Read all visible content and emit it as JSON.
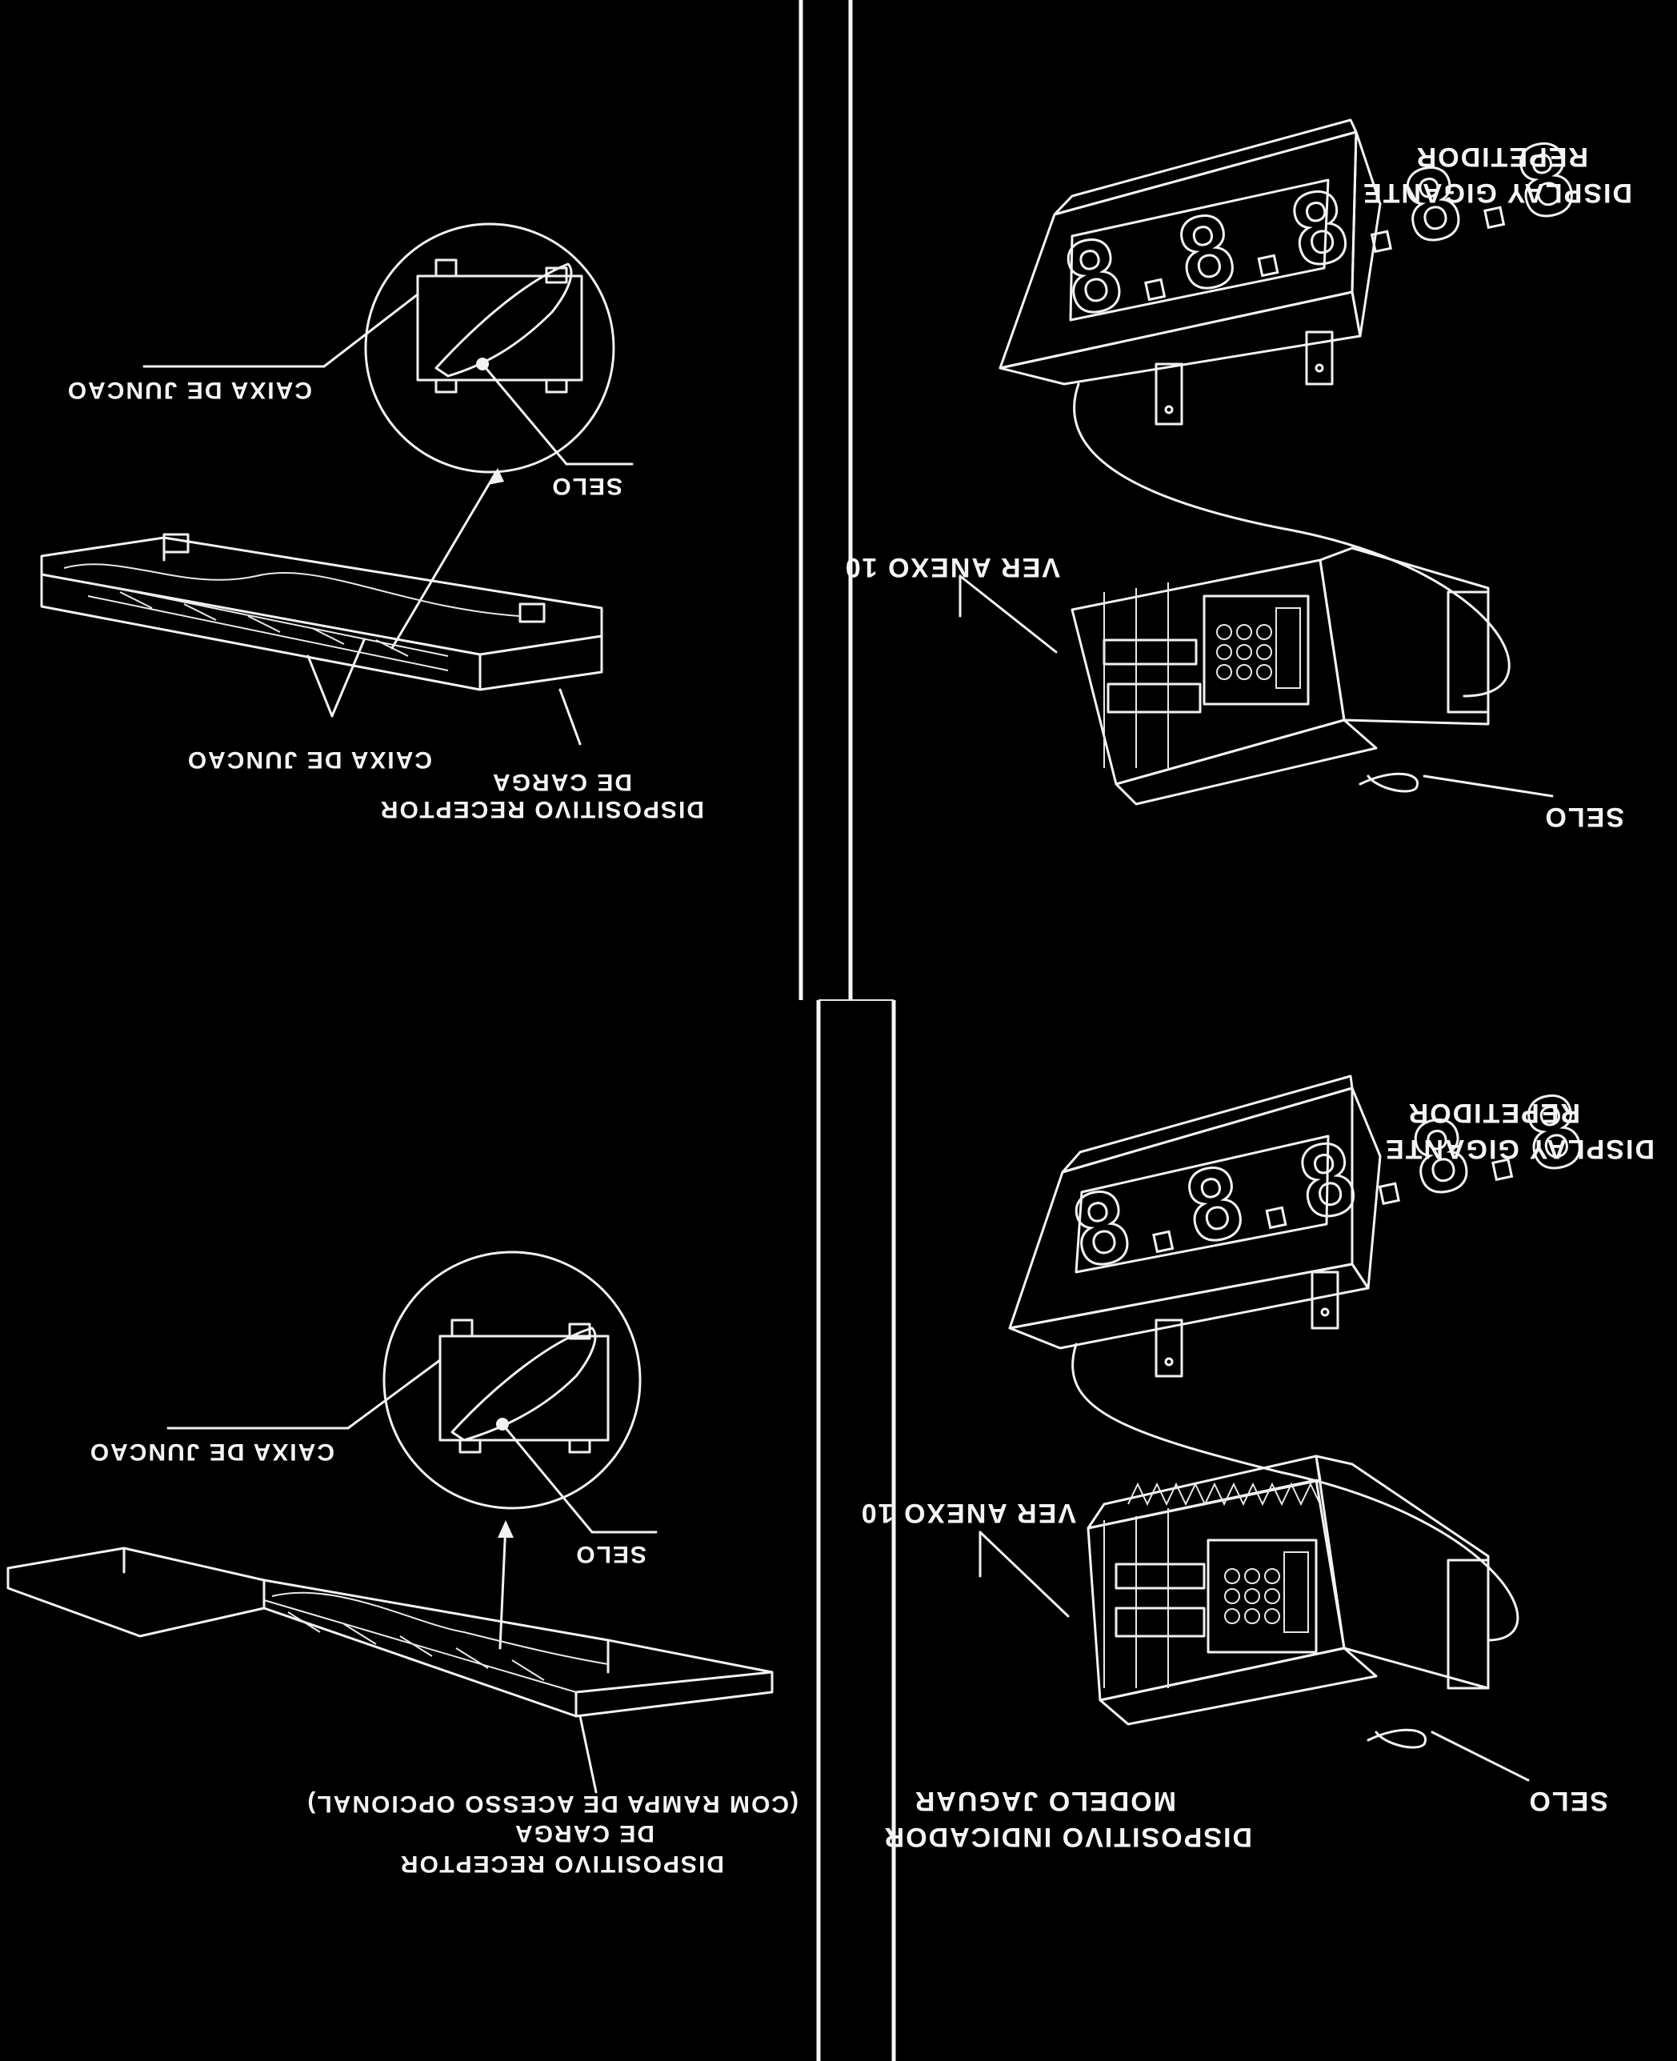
{
  "labels": {
    "q1_caixa_juncao_upper": "CAIXA DE JUNCAO",
    "q1_selo": "SELO",
    "q1_caixa_juncao_lower": "CAIXA DE JUNCAO",
    "q1_dispositivo_receptor_line1": "DISPOSITIVO RECEPTOR",
    "q1_dispositivo_receptor_line2": "DE CARGA",
    "q2_display_line1": "DISPLAY GIGANTE",
    "q2_display_line2": "REPETIDOR",
    "q2_ver_anexo": "VER ANEXO 10",
    "q2_selo": "SELO",
    "q3_caixa_juncao": "CAIXA DE JUNCAO",
    "q3_selo": "SELO",
    "q3_dispositivo_receptor_line1": "DISPOSITIVO RECEPTOR",
    "q3_dispositivo_receptor_line2": "DE CARGA",
    "q3_dispositivo_receptor_line3": "(COM RAMPA DE ACESSO OPCIONAL)",
    "q4_display_line1": "DISPLAY GIGANTE",
    "q4_display_line2": "REPETIDOR",
    "q4_ver_anexo": "VER ANEXO 10",
    "q4_selo": "SELO",
    "q4_dispositivo_indicador_line1": "DISPOSITIVO INDICADOR",
    "q4_dispositivo_indicador_line2": "MODELO JAGUAR"
  },
  "display_digits": {
    "upper": "8.8.8.8.8",
    "lower": "8.8.8.8.8"
  }
}
